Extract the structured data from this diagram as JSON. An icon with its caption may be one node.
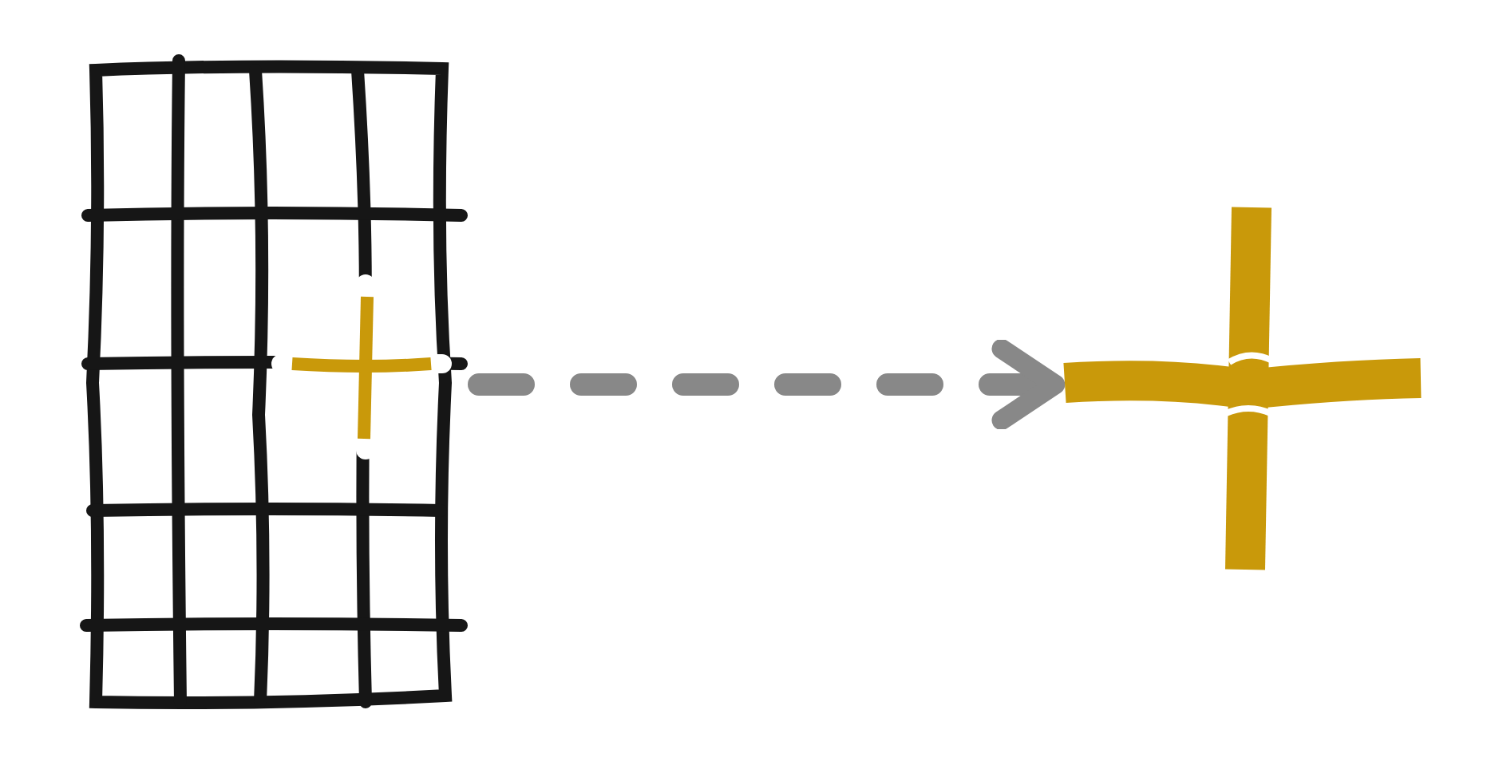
{
  "diagram": {
    "nodes": [
      {
        "text": [],
        "shape": "picture"
      },
      {
        "text": [],
        "shape": "picture"
      }
    ],
    "edges": [
      {
        "from": 0,
        "to": 1,
        "arrow": "to",
        "style": "dashed",
        "color": "#888888"
      }
    ]
  }
}
